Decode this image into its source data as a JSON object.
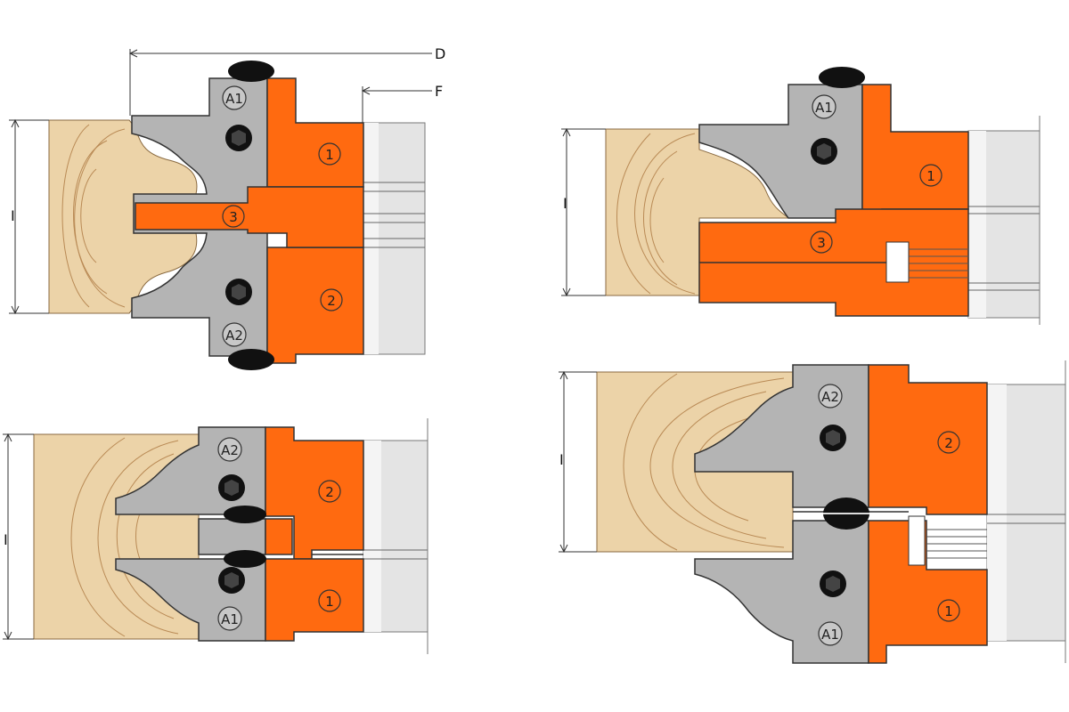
{
  "colors": {
    "wood": "#ecd3a8",
    "wood_ring": "#b98a55",
    "steel": "#b4b4b4",
    "steel_dark": "#8a8a8a",
    "cutter": "#ff6a10",
    "outline": "#333333",
    "screw": "#111111",
    "spindle": "#dedede"
  },
  "dimensions": {
    "d": "D",
    "f": "F",
    "i": "I"
  },
  "views": {
    "top_left": {
      "label_a1": "A1",
      "label_a2": "A2",
      "label_1": "1",
      "label_2": "2",
      "label_3": "3"
    },
    "top_right": {
      "label_a1": "A1",
      "label_1": "1",
      "label_3": "3"
    },
    "bottom_left": {
      "label_a1": "A1",
      "label_a2": "A2",
      "label_1": "1",
      "label_2": "2"
    },
    "bottom_right": {
      "label_a1": "A1",
      "label_a2": "A2",
      "label_1": "1",
      "label_2": "2"
    }
  },
  "icons": [
    "hex-socket-screw-icon",
    "circled-number-icon"
  ]
}
